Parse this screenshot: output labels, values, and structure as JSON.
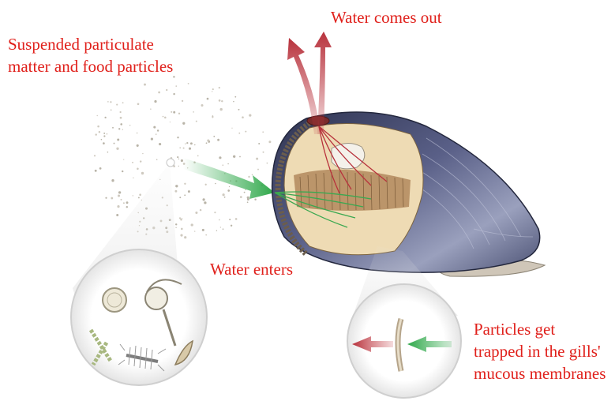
{
  "labels": {
    "suspended": [
      "Suspended particulate",
      "matter and food particles"
    ],
    "water_out": "Water comes out",
    "water_enters": "Water enters",
    "trapped": [
      "Particles get",
      "trapped in the gills'",
      "mucous membranes"
    ]
  },
  "colors": {
    "label_text": "#e0201b",
    "inflow_arrow": "#2fa84a",
    "outflow_arrow": "#b8323c",
    "shell_dark": "#3a3f5c",
    "shell_mid": "#6f7597",
    "flesh": "#e6cfa2",
    "gills": "#b58d62"
  },
  "icons": [
    "particle-cloud",
    "magnifier-circle-plankton",
    "magnifier-circle-gill",
    "mussel-cutaway"
  ]
}
